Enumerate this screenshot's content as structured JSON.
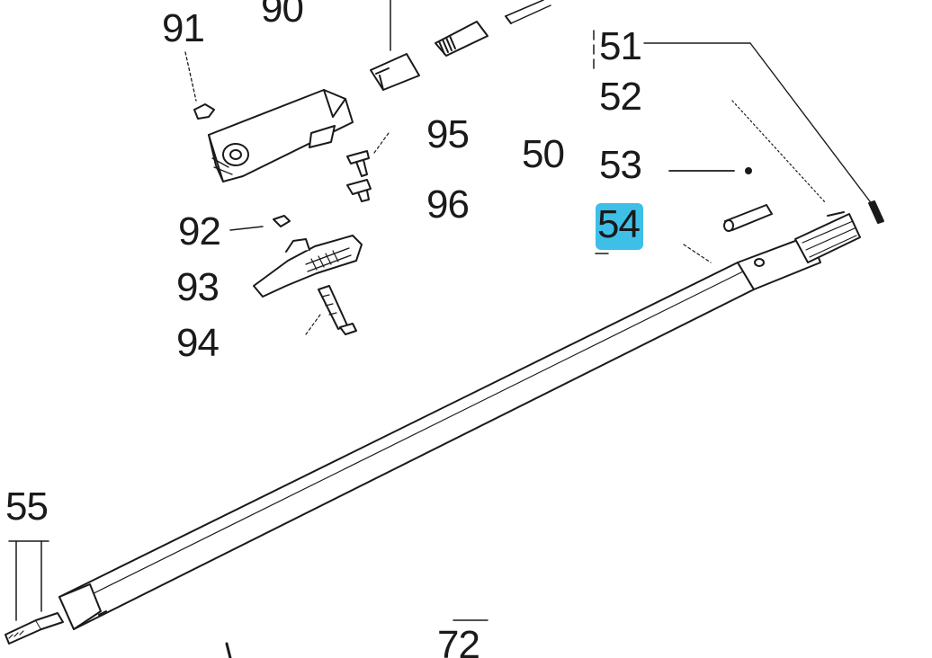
{
  "diagram": {
    "highlight_color": "#3ebfe8",
    "callouts": [
      {
        "id": "90",
        "label": "90"
      },
      {
        "id": "91",
        "label": "91"
      },
      {
        "id": "95",
        "label": "95"
      },
      {
        "id": "50",
        "label": "50"
      },
      {
        "id": "96",
        "label": "96"
      },
      {
        "id": "92",
        "label": "92"
      },
      {
        "id": "93",
        "label": "93"
      },
      {
        "id": "94",
        "label": "94"
      },
      {
        "id": "51",
        "label": "51"
      },
      {
        "id": "52",
        "label": "52"
      },
      {
        "id": "53",
        "label": "53"
      },
      {
        "id": "54",
        "label": "54",
        "highlighted": true
      },
      {
        "id": "55",
        "label": "55"
      },
      {
        "id": "72",
        "label": "72"
      }
    ]
  }
}
